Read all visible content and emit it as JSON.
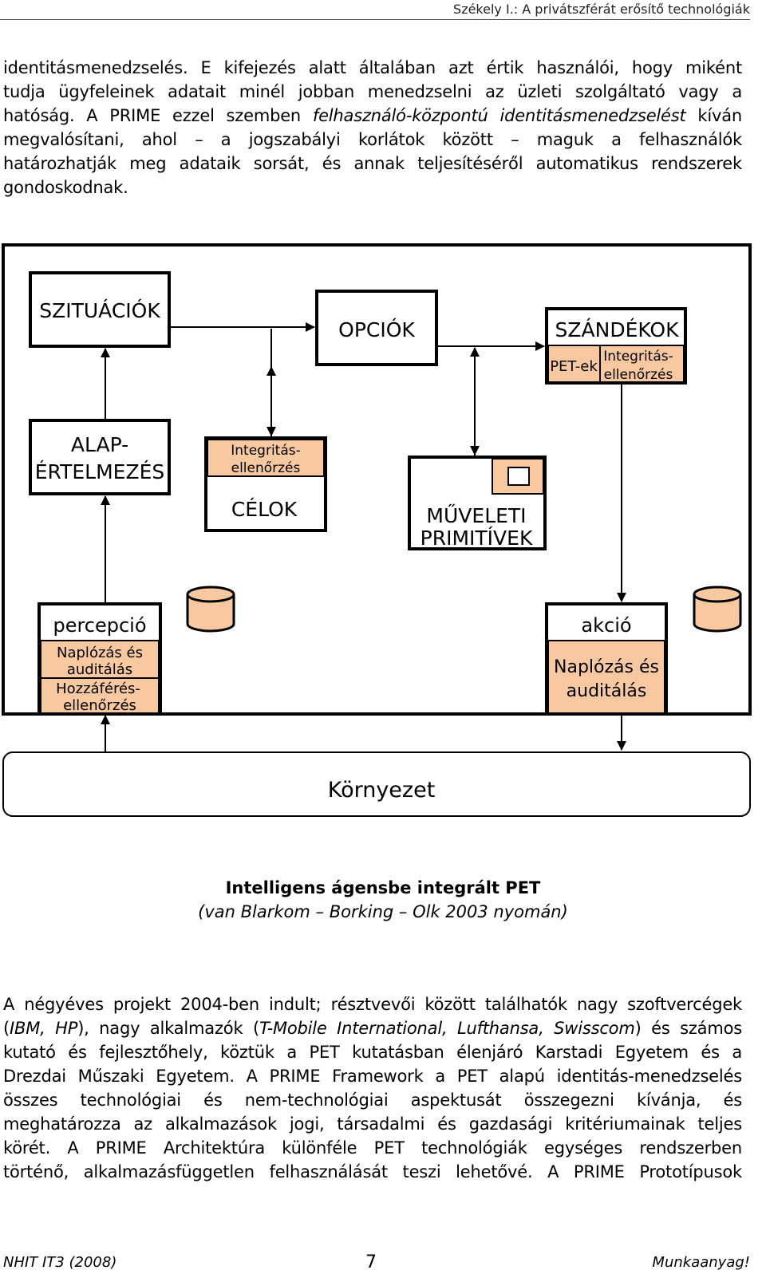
{
  "header": {
    "running_title": "Székely I.: A privátszférát erősítő technológiák"
  },
  "intro": {
    "lines": [
      [
        "identitásmenedzselés. E kifejezés alatt általában azt értik használói, hogy miként"
      ],
      [
        "tudja ügyfeleinek adatait minél jobban menedzselni az üzleti szolgáltató vagy a"
      ],
      [
        "hatóság. A PRIME ezzel szemben ",
        "felhasználó-központú identitásmenedzselést",
        " kíván"
      ],
      [
        "megvalósítani, ahol – a jogszabályi korlátok között – maguk a felhasználók"
      ],
      [
        "határozhatják meg adataik sorsát, és annak teljesítéséről automatikus rendszerek"
      ],
      [
        "gondoskodnak."
      ]
    ]
  },
  "diagram": {
    "situations": "SZITUÁCIÓK",
    "options": "OPCIÓK",
    "intentions": "SZÁNDÉKOK",
    "pets": "PET-ek",
    "integrity_a": "Integritás-",
    "integrity_b": "ellenőrzés",
    "basic_1": "ALAP-",
    "basic_2": "ÉRTELMEZÉS",
    "goals": "CÉLOK",
    "ops_1": "MŰVELETI",
    "ops_2": "PRIMITÍVEK",
    "perception": "percepció",
    "logging_a": "Naplózás és",
    "logging_b": "auditálás",
    "access_a": "Hozzáférés-",
    "access_b": "ellenőrzés",
    "action": "akció",
    "environment": "Környezet",
    "colors": {
      "fill": "#f8c9a0",
      "line": "#000000"
    }
  },
  "caption": {
    "title": "Intelligens ágensbe integrált PET",
    "source": "(van Blarkom – Borking – Olk 2003 nyomán)"
  },
  "body": {
    "lines": [
      [
        "A négyéves projekt 2004-ben indult; résztvevői között találhatók nagy szoftvercégek"
      ],
      [
        "(",
        "IBM, HP",
        "), nagy alkalmazók (",
        "T-Mobile International, Lufthansa, Swisscom",
        ") és számos"
      ],
      [
        "kutató és fejlesztőhely, köztük a PET kutatásban élenjáró Karstadi Egyetem és a"
      ],
      [
        "Drezdai Műszaki Egyetem. A PRIME Framework a PET alapú identitás-menedzselés"
      ],
      [
        "összes technológiai és nem-technológiai aspektusát összegezni kívánja, és"
      ],
      [
        "meghatározza az alkalmazások jogi, társadalmi és gazdasági kritériumainak teljes"
      ],
      [
        "körét. A PRIME Architektúra különféle PET technológiák egységes rendszerben"
      ],
      [
        "történő, alkalmazásfüggetlen felhasználását teszi lehetővé. A PRIME Prototípusok"
      ]
    ]
  },
  "footer": {
    "left": "NHIT IT3 (2008)",
    "page": "7",
    "right": "Munkaanyag!"
  }
}
